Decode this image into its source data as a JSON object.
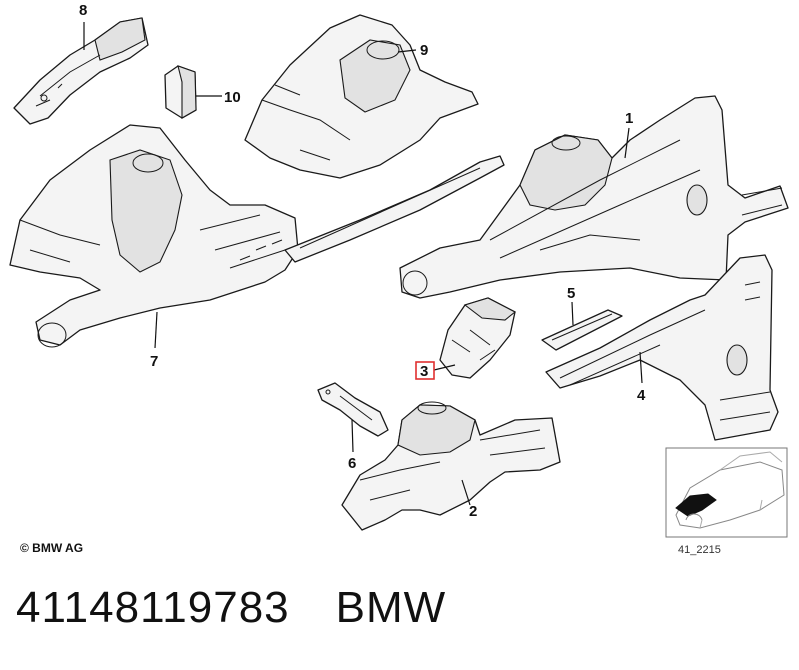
{
  "diagram": {
    "labels": [
      {
        "id": "1",
        "text": "1"
      },
      {
        "id": "2",
        "text": "2"
      },
      {
        "id": "3",
        "text": "3"
      },
      {
        "id": "4",
        "text": "4"
      },
      {
        "id": "5",
        "text": "5"
      },
      {
        "id": "6",
        "text": "6"
      },
      {
        "id": "7",
        "text": "7"
      },
      {
        "id": "8",
        "text": "8"
      },
      {
        "id": "9",
        "text": "9"
      },
      {
        "id": "10",
        "text": "10"
      }
    ],
    "copyright": "© BMW AG",
    "reference_code": "41_2215",
    "highlight_color": "#e03030"
  },
  "caption": {
    "part_number": "41148119783",
    "brand": "BMW"
  }
}
